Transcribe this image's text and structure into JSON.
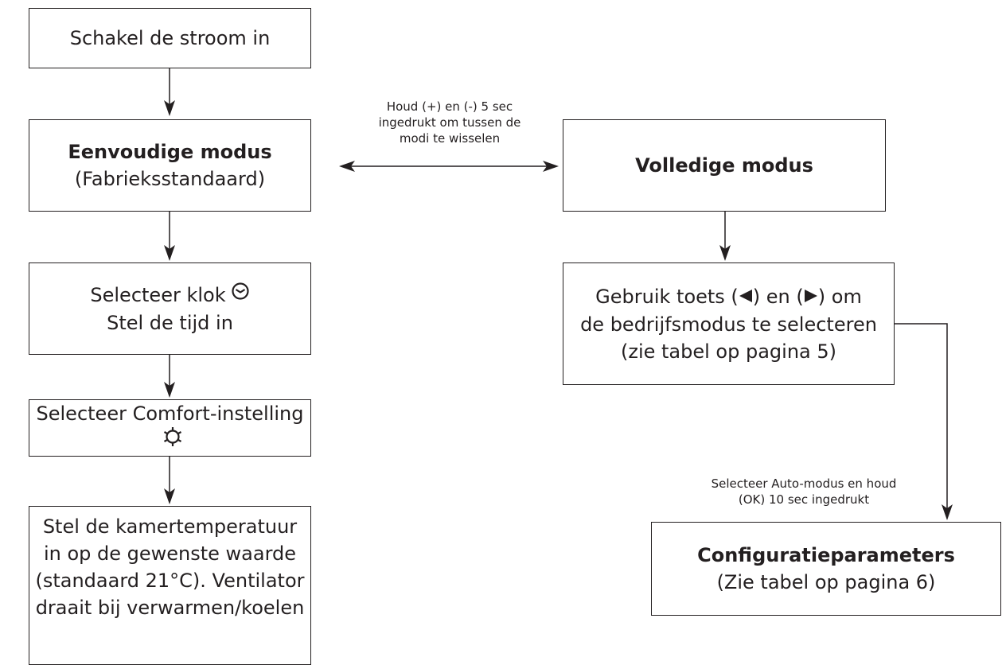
{
  "steps": {
    "power_on": "Schakel de stroom in",
    "simple_mode": {
      "title": "Eenvoudige modus",
      "subtitle": "(Fabrieksstandaard)"
    },
    "clock": {
      "line1": "Selecteer klok",
      "line2": "Stel de tijd in",
      "icon": "clock-icon"
    },
    "comfort": {
      "label": "Selecteer Comfort-instelling",
      "icon": "sun-icon"
    },
    "room_temp": {
      "lines": [
        "Stel de kamertemperatuur",
        "in op de gewenste waarde",
        "(standaard 21°C). Ventilator",
        "draait bij verwarmen/koelen"
      ]
    },
    "full_mode": {
      "title": "Volledige modus"
    },
    "use_keys": {
      "line1_a": "Gebruik toets (",
      "line1_b": ") en (",
      "line1_c": ") om",
      "line2": "de bedrijfsmodus te selecteren",
      "line3": "(zie tabel op pagina 5)",
      "left_key_icon": "left-triangle-icon",
      "right_key_icon": "right-triangle-icon"
    },
    "config": {
      "title": "Configuratieparameters",
      "subtitle": "(Zie tabel op pagina 6)"
    }
  },
  "notes": {
    "switch_modes": [
      "Houd (+) en (-) 5 sec",
      "ingedrukt om tussen de",
      "modi te wisselen"
    ],
    "auto_mode": [
      "Selecteer Auto-modus en houd",
      "(OK) 10 sec ingedrukt"
    ]
  },
  "colors": {
    "line": "#231f20",
    "background": "#ffffff"
  }
}
